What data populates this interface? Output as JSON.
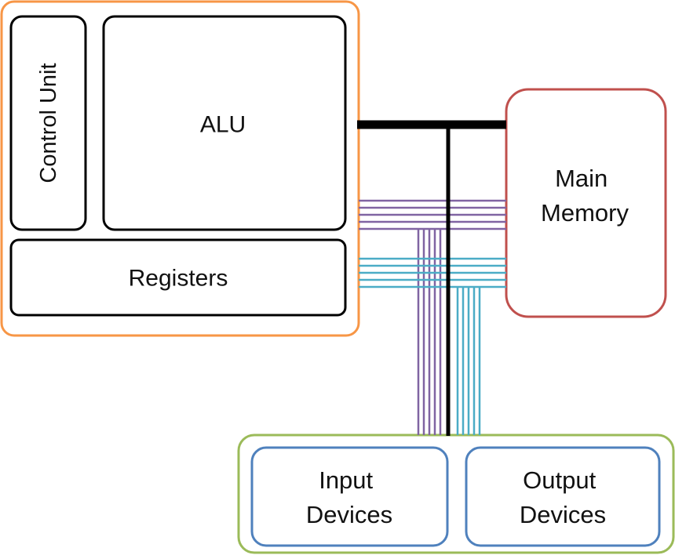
{
  "cpu": {
    "control_unit_label": "Control Unit",
    "alu_label": "ALU",
    "registers_label": "Registers"
  },
  "memory": {
    "label_line1": "Main",
    "label_line2": "Memory"
  },
  "io": {
    "input_line1": "Input",
    "input_line2": "Devices",
    "output_line1": "Output",
    "output_line2": "Devices"
  },
  "colors": {
    "cpu_border": "#f79646",
    "memory_border": "#c0504d",
    "io_border": "#9bbb59",
    "device_border": "#4f81bd",
    "inner_border": "#000000",
    "data_bus": "#000000",
    "address_bus": "#8064a2",
    "control_bus": "#4bacc6"
  }
}
